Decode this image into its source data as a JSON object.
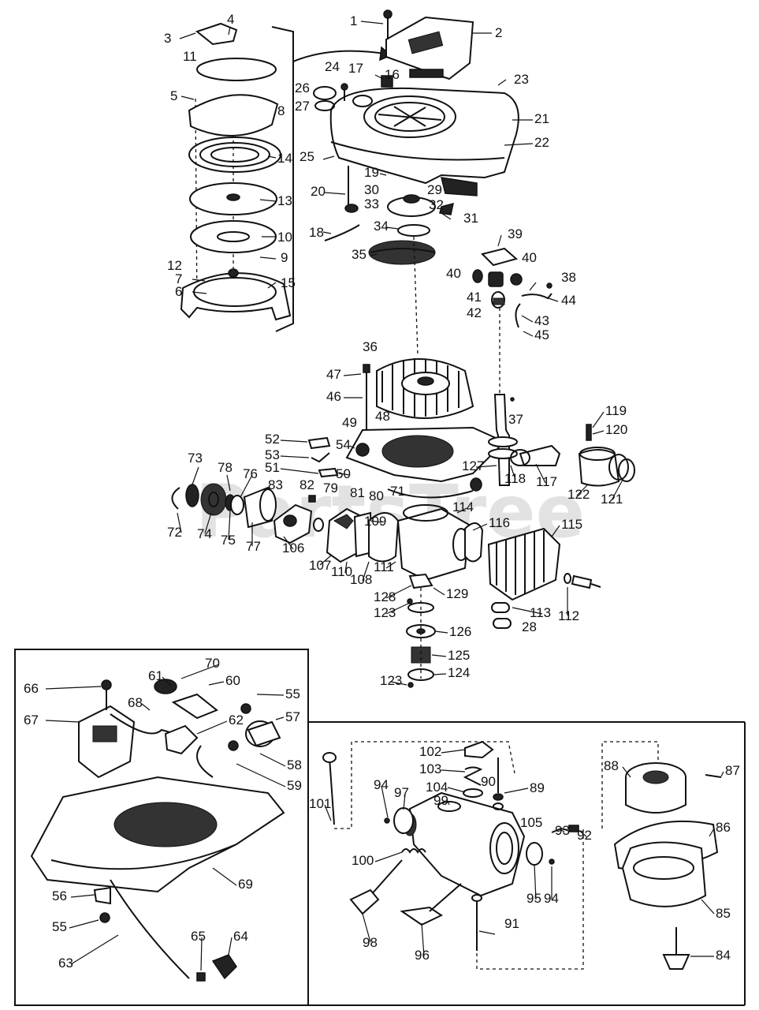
{
  "diagram": {
    "watermark": "PartsTree",
    "callouts": [
      "1",
      "2",
      "3",
      "4",
      "5",
      "6",
      "7",
      "8",
      "9",
      "10",
      "11",
      "12",
      "13",
      "14",
      "15",
      "16",
      "17",
      "18",
      "19",
      "20",
      "21",
      "22",
      "23",
      "24",
      "25",
      "26",
      "27",
      "28",
      "29",
      "30",
      "31",
      "32",
      "33",
      "34",
      "35",
      "36",
      "37",
      "38",
      "39",
      "40",
      "40",
      "41",
      "42",
      "43",
      "44",
      "45",
      "46",
      "47",
      "48",
      "49",
      "50",
      "51",
      "52",
      "53",
      "54",
      "55",
      "55",
      "56",
      "57",
      "58",
      "59",
      "60",
      "61",
      "62",
      "63",
      "64",
      "65",
      "66",
      "67",
      "68",
      "69",
      "70",
      "71",
      "72",
      "73",
      "74",
      "75",
      "76",
      "77",
      "78",
      "79",
      "80",
      "81",
      "82",
      "83",
      "84",
      "85",
      "86",
      "87",
      "88",
      "89",
      "90",
      "91",
      "92",
      "93",
      "94",
      "94",
      "95",
      "96",
      "97",
      "98",
      "99",
      "100",
      "101",
      "102",
      "103",
      "104",
      "105",
      "106",
      "107",
      "108",
      "109",
      "110",
      "111",
      "112",
      "113",
      "114",
      "115",
      "116",
      "117",
      "118",
      "119",
      "120",
      "121",
      "122",
      "123",
      "123",
      "124",
      "125",
      "126",
      "127",
      "128",
      "129"
    ]
  }
}
